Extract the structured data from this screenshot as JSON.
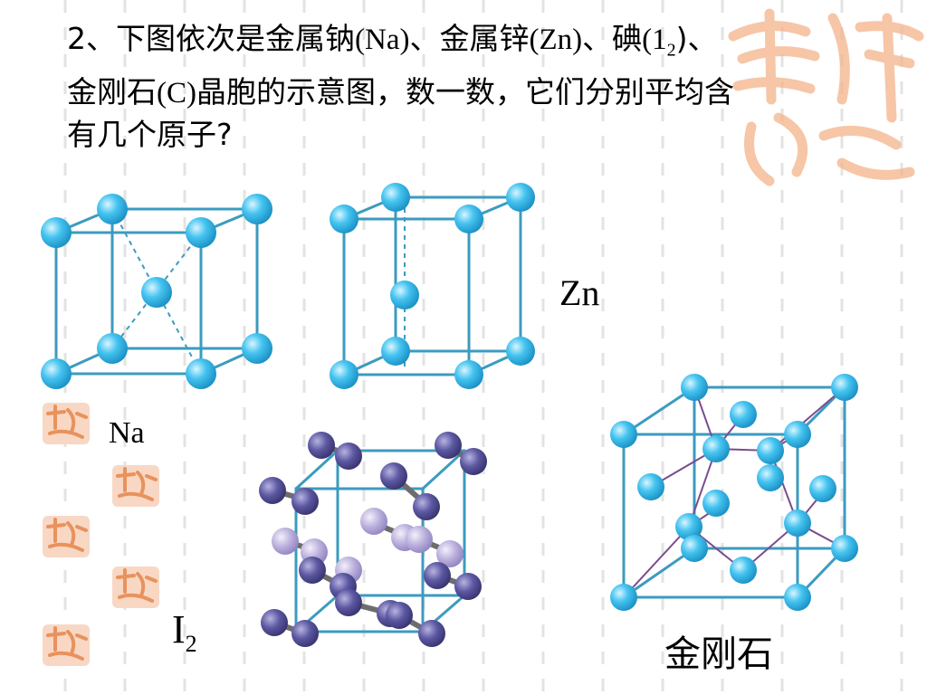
{
  "question": {
    "line1_a": "2、下图依次是金属钠",
    "line1_b": "(Na)",
    "line1_c": "、金属锌",
    "line1_d": "(Zn)",
    "line1_e": "、碘",
    "line1_f": "(1",
    "line1_sub": "2",
    "line1_g": ")、",
    "line2_a": "金刚石",
    "line2_b": "(C)",
    "line2_c": "晶胞的示意图，数一数，它们分别平均含",
    "line3": "有几个原子?"
  },
  "labels": {
    "na": "Na",
    "zn": "Zn",
    "i2_main": "I",
    "i2_sub": "2",
    "diamond": "金刚石"
  },
  "colors": {
    "atom_blue": "#27b7ea",
    "atom_purple": "#5d58a0",
    "atom_lilac": "#b3a8d6",
    "cell_edge": "#3c9bbf",
    "stamp_orange": "#f2a06e"
  },
  "decorations": {
    "stamps": [
      "seal-stamp",
      "seal-stamp",
      "seal-stamp",
      "seal-stamp",
      "seal-stamp"
    ],
    "corner_art": "seal-calligraphy"
  }
}
